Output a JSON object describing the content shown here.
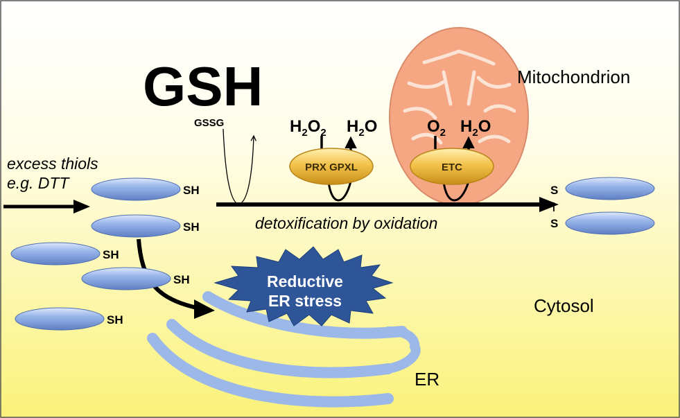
{
  "title": "GSH",
  "gssg": "GSSG",
  "h2o2": {
    "main": "H",
    "sub": "2",
    "mid": "O",
    "sub2": "2"
  },
  "h2o_1": {
    "main": "H",
    "sub": "2",
    "tail": "O"
  },
  "o2": {
    "main": "O",
    "sub": "2"
  },
  "h2o_2": {
    "main": "H",
    "sub": "2",
    "tail": "O"
  },
  "enzyme_prx": "PRX GPXL",
  "enzyme_etc": "ETC",
  "mitochondrion_label": "Mitochondrion",
  "excess_line1": "excess thiols",
  "excess_line2": "e.g. DTT",
  "detox_label": "detoxification by oxidation",
  "stress_line1": "Reductive",
  "stress_line2": "ER stress",
  "cytosol_label": "Cytosol",
  "er_label": "ER",
  "sh": "SH",
  "s": "S",
  "bond": "|",
  "colors": {
    "background_top": "#ffffff",
    "background_bottom": "#faf27a",
    "protein": "#8faee6",
    "enzyme": "#f0c050",
    "mitochondrion": "#f5a682",
    "er": "#9bb8e8",
    "stress_burst": "#2e5597"
  }
}
